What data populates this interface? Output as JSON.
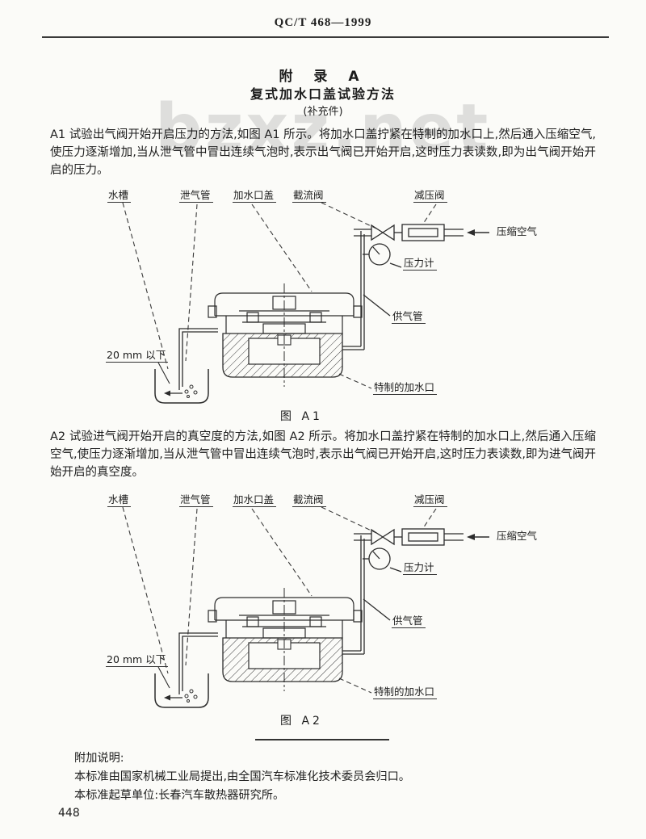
{
  "page": {
    "header": "QC/T 468—1999",
    "page_number": "448",
    "watermark": "bzxz.net"
  },
  "title": {
    "appendix": "附  录  A",
    "name": "复式加水口盖试验方法",
    "note": "(补充件)"
  },
  "paragraphs": {
    "a1": "A1  试验出气阀开始开启压力的方法,如图 A1 所示。将加水口盖拧紧在特制的加水口上,然后通入压缩空气,使压力逐渐增加,当从泄气管中冒出连续气泡时,表示出气阀已开始开启,这时压力表读数,即为出气阀开始开启的压力。",
    "a2": "A2  试验进气阀开始开启的真空度的方法,如图 A2 所示。将加水口盖拧紧在特制的加水口上,然后通入压缩空气,使压力逐渐增加,当从泄气管中冒出连续气泡时,表示出气阀已开始开启,这时压力表读数,即为进气阀开始开启的真空度。"
  },
  "figures": {
    "a1": {
      "caption": "图 A1",
      "labels": {
        "water_tank": "水槽",
        "vent_pipe": "泄气管",
        "filler_cap": "加水口盖",
        "shutoff_valve": "截流阀",
        "reducing_valve": "减压阀",
        "compressed_air": "压缩空气",
        "pressure_gauge": "压力计",
        "supply_pipe": "供气管",
        "depth": "20 mm 以下",
        "special_filler_port": "特制的加水口"
      }
    },
    "a2": {
      "caption": "图 A2",
      "labels": {
        "water_tank": "水槽",
        "vent_pipe": "泄气管",
        "filler_cap": "加水口盖",
        "shutoff_valve": "截流阀",
        "reducing_valve": "减压阀",
        "compressed_air": "压缩空气",
        "pressure_gauge": "压力计",
        "supply_pipe": "供气管",
        "depth": "20 mm 以下",
        "special_filler_port": "特制的加水口"
      }
    }
  },
  "notes": {
    "heading": "附加说明:",
    "line1": "本标准由国家机械工业局提出,由全国汽车标准化技术委员会归口。",
    "line2": "本标准起草单位:长春汽车散热器研究所。"
  }
}
